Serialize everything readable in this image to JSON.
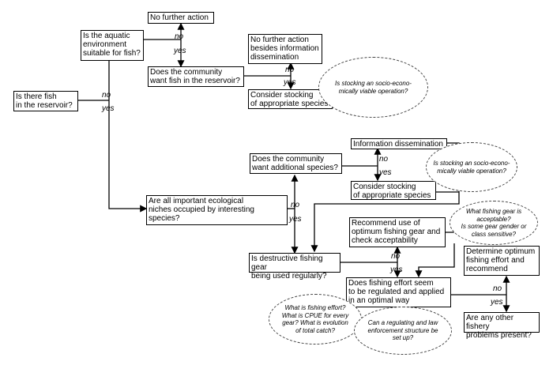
{
  "boxes": {
    "no_further_action": "No further action",
    "aquatic_env": "Is the aquatic\nenvironment\nsuitable for fish?",
    "no_action_info": "No further action\nbesides information\ndissemination",
    "community_want_fish": "Does the community\nwant fish in the reservoir?",
    "consider_stocking_1": "Consider stocking\nof appropriate species",
    "fish_in_reservoir": "Is there fish\nin the reservoir?",
    "information_dissemination": "Information dissemination",
    "community_additional": "Does the community\nwant additional species?",
    "consider_stocking_2": "Consider stocking\nof appropriate species",
    "niches_occupied": "Are all important  ecological\nniches occupied by interesting\nspecies?",
    "recommend_gear": "Recommend use of\noptimum fishing gear  and\ncheck acceptability",
    "destructive_gear": "Is destructive fishing gear\nbeing used regularly?",
    "determine_effort": "Determine optimum\nfishing effort and\nrecommend",
    "effort_regulated": "Does fishing effort seem\nto be regulated and applied\nin an optimal way",
    "other_problems": "Are any other fishery\nproblems present?"
  },
  "notes": {
    "stocking_viable_1": "Is stocking an socio-econo-\nmically viable operation?",
    "stocking_viable_2": "Is stocking an socio-econo-\nmically viable operation?",
    "gear_acceptable": "What fishing gear is\nacceptable?\nIs some gear gender or\nclass sensitive?",
    "fishing_effort": "What is fishing effort?\nWhat is CPUE for every\ngear? What is evolution\nof total catch?",
    "regulating_structure": "Can a regulating and law\nenforcement structure be\nset up?"
  },
  "labels": {
    "no": "no",
    "yes": "yes"
  }
}
